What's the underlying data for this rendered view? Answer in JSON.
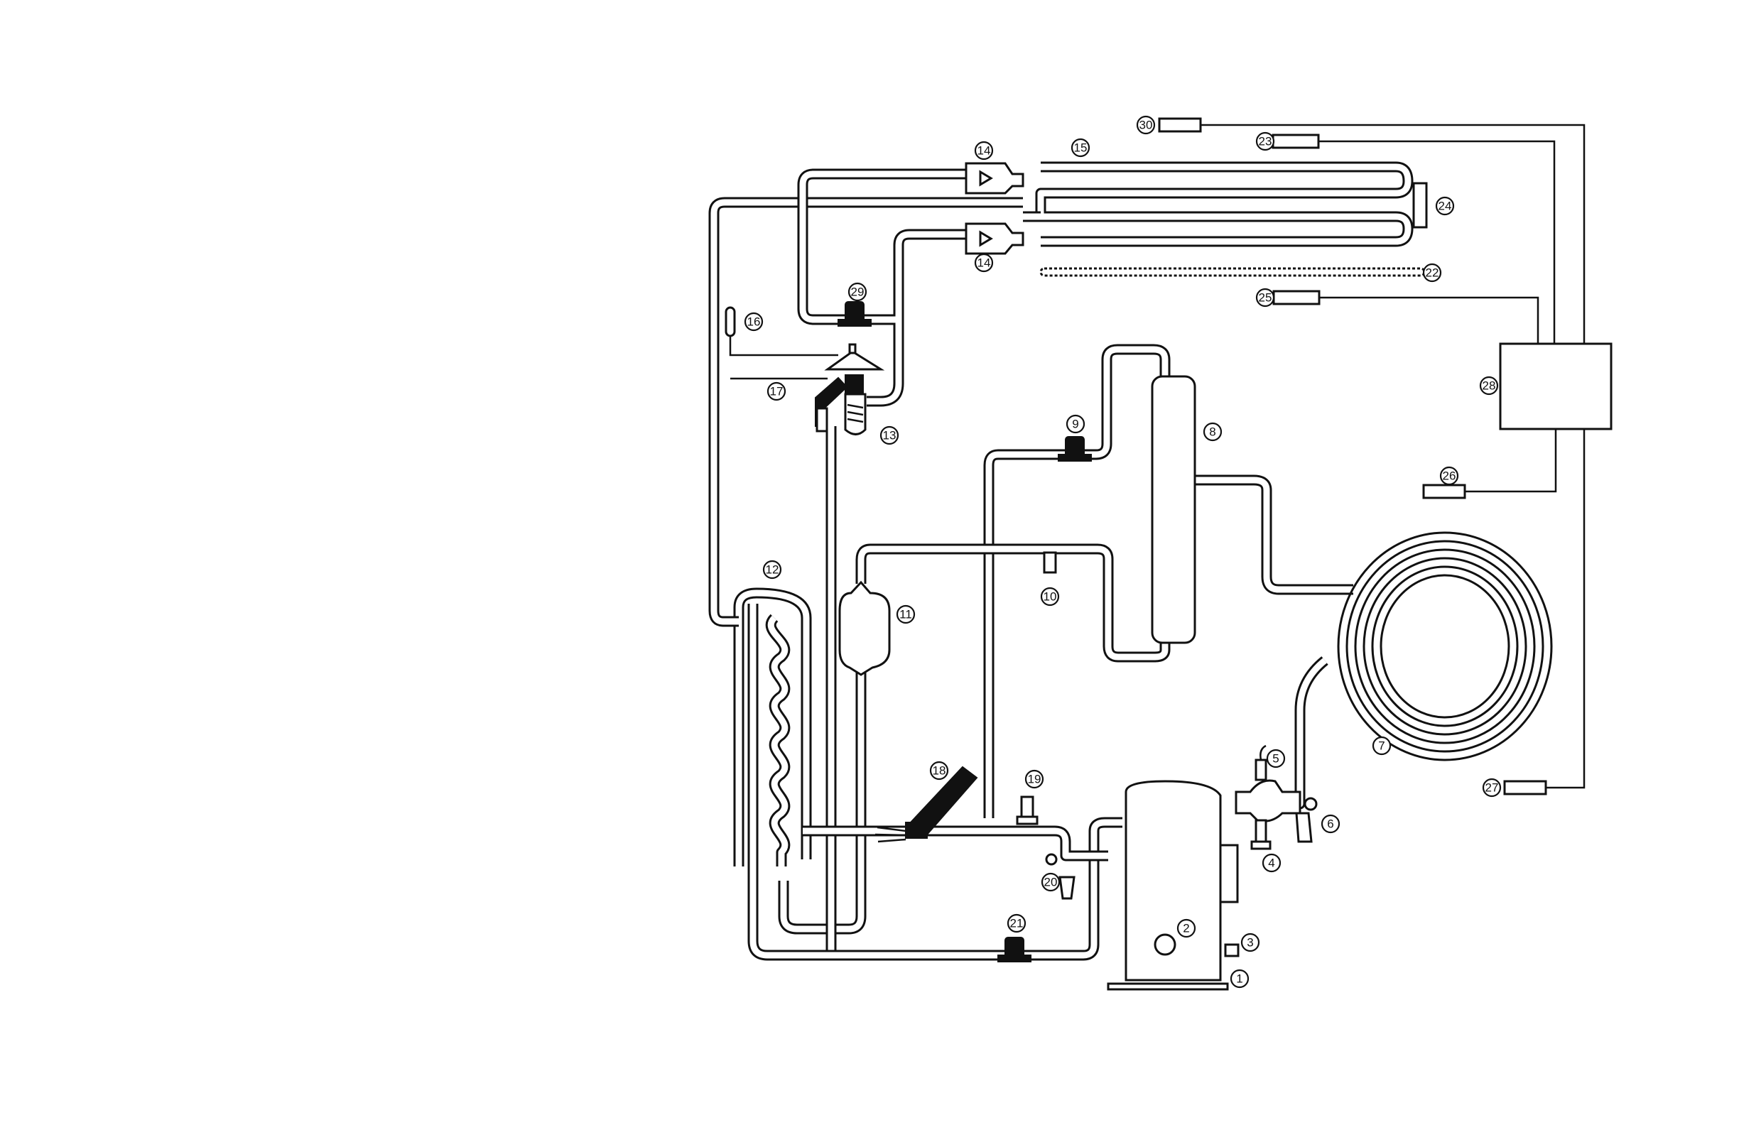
{
  "labels": {
    "l1": "1",
    "l2": "2",
    "l3": "3",
    "l4": "4",
    "l5": "5",
    "l6": "6",
    "l7": "7",
    "l8": "8",
    "l9": "9",
    "l10": "10",
    "l11": "11",
    "l12": "12",
    "l13": "13",
    "l14a": "14",
    "l14b": "14",
    "l15": "15",
    "l16": "16",
    "l17": "17",
    "l18": "18",
    "l19": "19",
    "l20": "20",
    "l21": "21",
    "l22": "22",
    "l23": "23",
    "l24": "24",
    "l25": "25",
    "l26": "26",
    "l27": "27",
    "l28": "28",
    "l29": "29",
    "l30": "30"
  },
  "colors": {
    "line": "#111111",
    "paper": "#ffffff"
  }
}
